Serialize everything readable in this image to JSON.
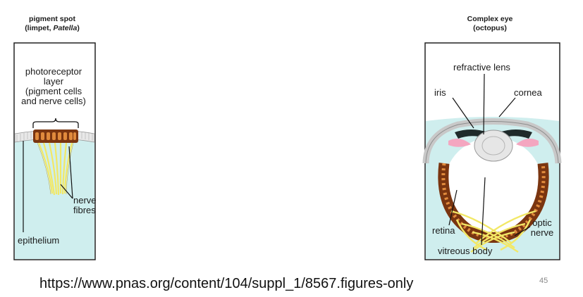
{
  "left_panel": {
    "title_line1": "pigment spot",
    "title_line2_prefix": "(limpet, ",
    "title_line2_italic": "Patella",
    "title_line2_suffix": ")",
    "labels": {
      "photoreceptor_l1": "photoreceptor",
      "photoreceptor_l2": "layer",
      "photoreceptor_l3": "(pigment cells",
      "photoreceptor_l4": "and nerve cells)",
      "nerve_l1": "nerve",
      "nerve_l2": "fibres",
      "epithelium": "epithelium"
    }
  },
  "right_panel": {
    "title_line1": "Complex eye",
    "title_line2": "(octopus)",
    "labels": {
      "refractive_lens": "refractive lens",
      "iris": "iris",
      "cornea": "cornea",
      "retina": "retina",
      "optic_l1": "optic",
      "optic_l2": "nerve",
      "vitreous_body": "vitreous body"
    }
  },
  "footer": {
    "url": "https://www.pnas.org/content/104/suppl_1/8567.figures-only",
    "slide_number": "45"
  },
  "colors": {
    "tissue": "#cfeeee",
    "nerve": "#f2e866",
    "pigment_dark": "#7a3510",
    "pigment_light": "#e08a3c",
    "iris": "#1f2a2a",
    "pink": "#f4a6c0"
  }
}
